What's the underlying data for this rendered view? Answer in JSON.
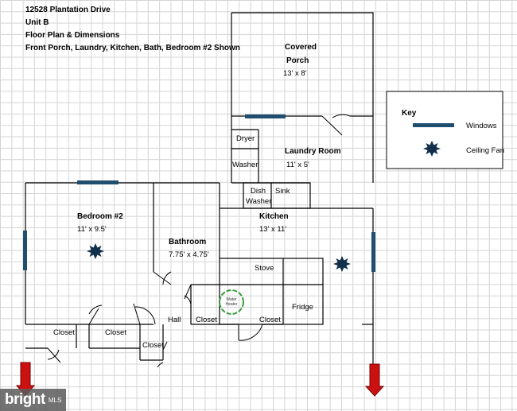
{
  "header": {
    "line1": "12528 Plantation Drive",
    "line2": "Unit B",
    "line3": "Floor Plan & Dimensions",
    "line4": "Front Porch, Laundry, Kitchen, Bath, Bedroom #2 Shown"
  },
  "rooms": {
    "porch_name_1": "Covered",
    "porch_name_2": "Porch",
    "porch_dims": "13' x 8'",
    "laundry_name": "Laundry Room",
    "laundry_dims": "11' x 5'",
    "kitchen_name": "Kitchen",
    "kitchen_dims": "13' x 11'",
    "bedroom_name": "Bedroom #2",
    "bedroom_dims": "11' x 9.5'",
    "bathroom_name": "Bathroom",
    "bathroom_dims": "7.75' x 4.75'"
  },
  "fixtures": {
    "dryer": "Dryer",
    "washer": "Washer",
    "dish_1": "Dish",
    "dish_2": "Washer",
    "sink": "Sink",
    "stove": "Stove",
    "fridge": "Fridge",
    "water_heater_1": "Water",
    "water_heater_2": "Heater",
    "closet": "Closet",
    "hall": "Hall"
  },
  "key": {
    "title": "Key",
    "windows": "Windows",
    "ceiling_fan": "Ceiling Fan"
  },
  "colors": {
    "window": "#1f4e6e",
    "fan": "#12304a",
    "arrow": "#cc1111",
    "water_heater": "#3a9a3a"
  },
  "watermark": {
    "logo": "bright",
    "suffix": "MLS"
  }
}
